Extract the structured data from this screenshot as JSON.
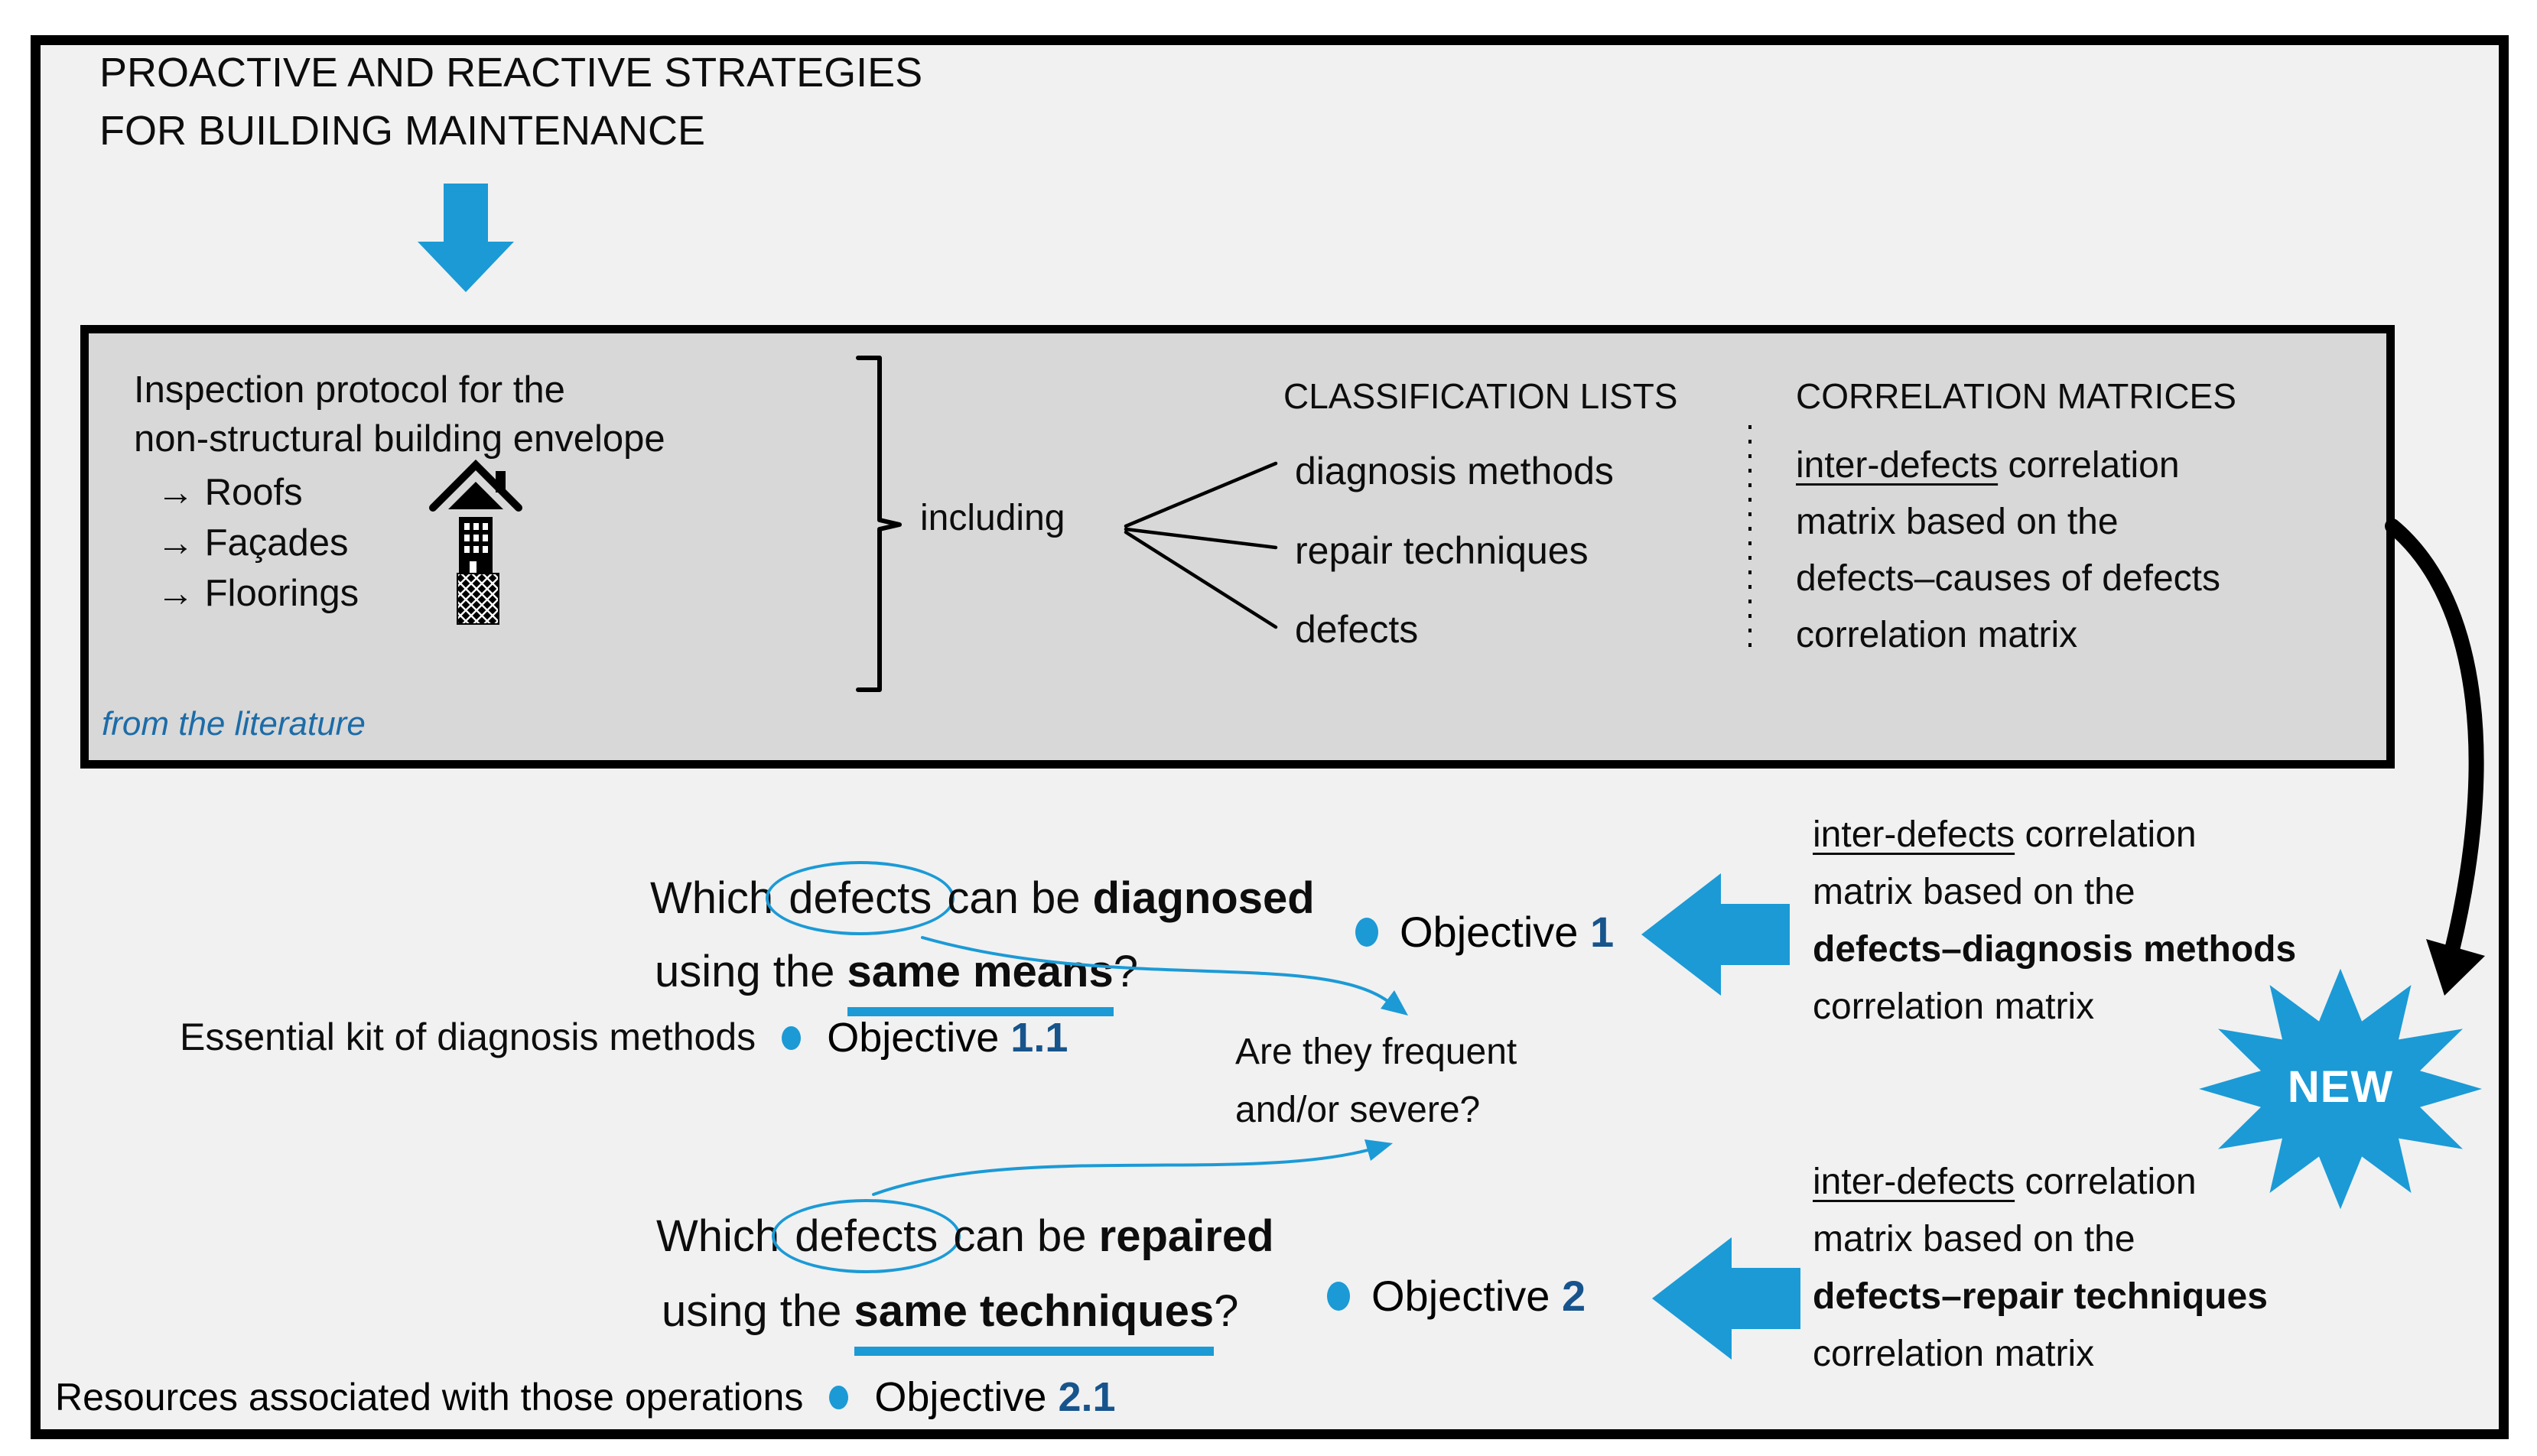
{
  "title": {
    "line1": "PROACTIVE AND REACTIVE STRATEGIES",
    "line2": "FOR BUILDING MAINTENANCE"
  },
  "literature_box": {
    "intro_line1": "Inspection protocol for the",
    "intro_line2": "non-structural building envelope",
    "item_prefix": "→",
    "items": [
      {
        "label": "Roofs",
        "icon": "roof-icon"
      },
      {
        "label": "Façades",
        "icon": "facade-icon"
      },
      {
        "label": "Floorings",
        "icon": "flooring-icon"
      }
    ],
    "source_note": "from the literature",
    "including_label": "including",
    "classification": {
      "heading": "CLASSIFICATION LISTS",
      "items": [
        "diagnosis methods",
        "repair techniques",
        "defects"
      ]
    },
    "correlation": {
      "heading": "CORRELATION MATRICES",
      "line1_underlined": "inter-defects",
      "line1_rest": " correlation",
      "line2": "matrix based on the",
      "line3": "defects–causes of defects",
      "line4": "correlation matrix"
    }
  },
  "objective1": {
    "question": {
      "part1": "Which ",
      "circled": "defects",
      "part2": " can be ",
      "bold": "diagnosed",
      "line2_pre": "using the ",
      "line2_bold": "same means",
      "line2_suffix": "?"
    },
    "label": "Objective ",
    "number": "1",
    "matrix": {
      "line1_underlined": "inter-defects",
      "line1_rest": " correlation",
      "line2": "matrix based on the",
      "line3_bold": "defects–diagnosis methods",
      "line4": "correlation matrix"
    }
  },
  "objective1_1": {
    "desc": "Essential kit of diagnosis methods",
    "label": "Objective ",
    "number": "1.1"
  },
  "severity_question": {
    "line1": "Are they frequent",
    "line2": "and/or severe?"
  },
  "objective2": {
    "question": {
      "part1": "Which ",
      "circled": "defects",
      "part2": " can be ",
      "bold": "repaired",
      "line2_pre": "using the ",
      "line2_bold": "same techniques",
      "line2_suffix": "?"
    },
    "label": "Objective ",
    "number": "2",
    "matrix": {
      "line1_underlined": "inter-defects",
      "line1_rest": " correlation",
      "line2": "matrix based on the",
      "line3_bold": "defects–repair techniques",
      "line4": "correlation matrix"
    }
  },
  "objective2_1": {
    "desc": "Resources associated with those operations",
    "label": "Objective ",
    "number": "2.1"
  },
  "new_badge": {
    "label": "NEW"
  },
  "colors": {
    "accent_blue": "#1b9ad6",
    "dark_blue": "#17548c",
    "note_blue": "#1c6ca8",
    "box_gray": "#d8d8d8",
    "frame_bg": "#f1f1f1"
  }
}
